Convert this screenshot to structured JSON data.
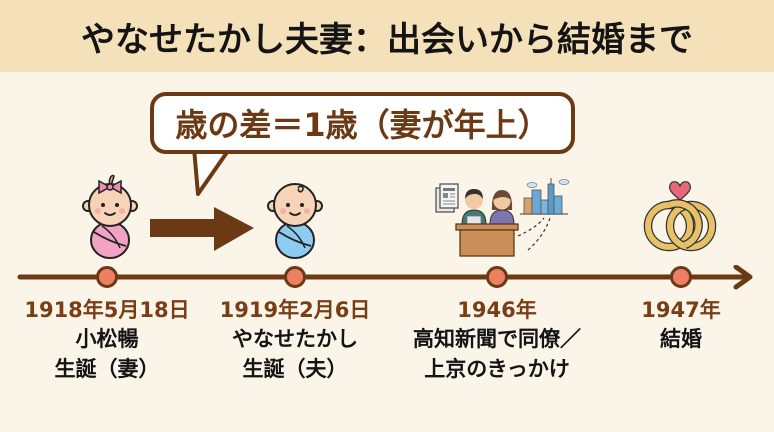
{
  "header": {
    "title": "やなせたかし夫妻：出会いから結婚まで"
  },
  "callout": {
    "text": "歳の差＝1歳（妻が年上）"
  },
  "colors": {
    "background": "#faf5e8",
    "header_bg": "#f5e1b9",
    "accent_brown": "#6b3a14",
    "date_text": "#7a3e17",
    "timeline_dot": "#ef7f63",
    "wife_pink": "#f2a3c4",
    "husband_blue": "#8ecbf0",
    "ring_gold": "#e8c067",
    "heart": "#e8687a"
  },
  "icons": {
    "wife": "baby-girl-icon",
    "arrow": "right-arrow-icon",
    "husband": "baby-boy-icon",
    "newspaper": "newspaper-office-city-icon",
    "rings": "wedding-rings-heart-icon"
  },
  "timeline": {
    "events": [
      {
        "date": "1918年5月18日",
        "line1": "小松暢",
        "line2": "生誕（妻）"
      },
      {
        "date": "1919年2月6日",
        "line1": "やなせたかし",
        "line2": "生誕（夫）"
      },
      {
        "date": "1946年",
        "line1": "高知新聞で同僚／",
        "line2": "上京のきっかけ"
      },
      {
        "date": "1947年",
        "line1": "結婚",
        "line2": ""
      }
    ]
  }
}
